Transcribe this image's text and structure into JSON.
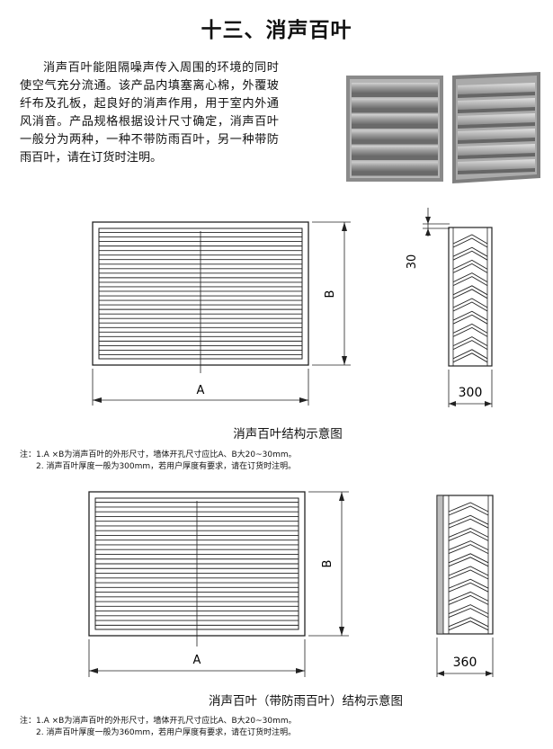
{
  "title": "十三、消声百叶",
  "intro": "消声百叶能阻隔噪声传入周围的环境的同时使空气充分流通。该产品内填塞离心棉，外覆玻纤布及孔板，起良好的消声作用，用于室内外通风消音。产品规格根据设计尺寸确定，消声百叶一般分为两种，一种不带防雨百叶，另一种带防雨百叶，请在订货时注明。",
  "photo": {
    "icon": "louver-photo-icon"
  },
  "diagram1": {
    "label_a": "A",
    "label_b": "B",
    "label_30": "30",
    "label_depth": "300",
    "caption": "消声百叶结构示意图",
    "notes": [
      "注：1.A ×B为消声百叶的外形尺寸，墙体开孔尺寸应比A、B大20~30mm。",
      "2. 消声百叶厚度一般为300mm，若用户厚度有要求，请在订货时注明。"
    ]
  },
  "diagram2": {
    "label_a": "A",
    "label_b": "B",
    "label_depth": "360",
    "caption": "消声百叶（带防雨百叶）结构示意图",
    "notes": [
      "注：1.A ×B为消声百叶的外形尺寸，墙体开孔尺寸应比A、B大20~30mm。",
      "2. 消声百叶厚度一般为360mm，若用户厚度有要求，请在订货时注明。"
    ]
  }
}
